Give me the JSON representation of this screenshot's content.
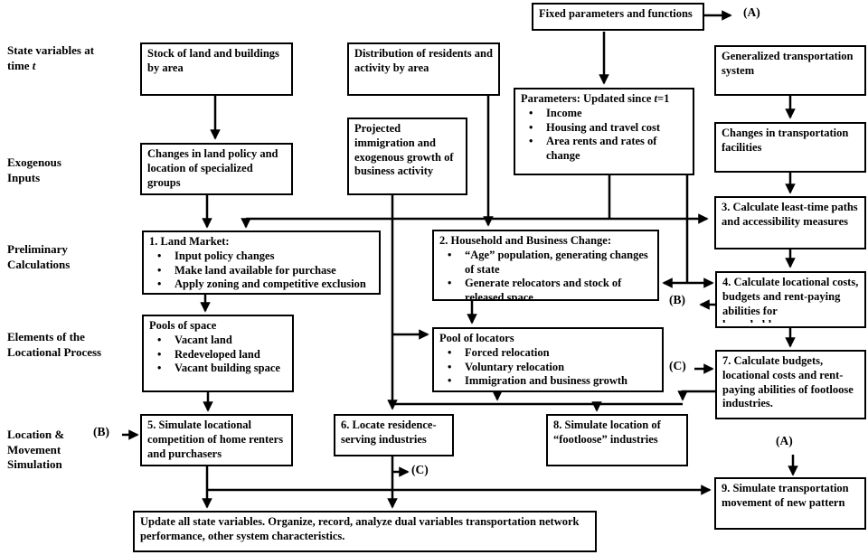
{
  "labels": {
    "state": {
      "text": "State variables at time ",
      "italic_t": "t"
    },
    "exogenous": "Exogenous Inputs",
    "preliminary": "Preliminary Calculations",
    "elements": "Elements of the Locational Process",
    "location": "Location & Movement Simulation"
  },
  "connectors": {
    "a": "(A)",
    "b": "(B)",
    "c": "(C)"
  },
  "boxes": {
    "fixed_params": "Fixed parameters and functions",
    "stock_land": "Stock of land and buildings by area",
    "distribution": "Distribution of residents and activity by area",
    "gen_transport": "Generalized transportation system",
    "parameters": {
      "title_pre": "Parameters: Updated since ",
      "title_t": "t",
      "title_post": "=1",
      "items": [
        "Income",
        "Housing and travel cost",
        "Area rents and rates of change"
      ]
    },
    "land_policy": "Changes in land policy and location of specialized groups",
    "proj_immigration": "Projected immigration and exogenous growth of business activity",
    "trans_facilities": "Changes in transportation facilities",
    "calc_paths": "3. Calculate least-time paths and accessibility measures",
    "land_market": {
      "title": "1. Land Market:",
      "items": [
        "Input policy changes",
        "Make land available for purchase",
        "Apply zoning and competitive exclusion"
      ]
    },
    "household_change": {
      "title": "2. Household and Business Change:",
      "items": [
        "“Age” population, generating changes of state",
        "Generate relocators and stock of released space"
      ]
    },
    "calc_locational": "4. Calculate locational costs, budgets and rent-paying abilities for",
    "calc_locational_clipped": "households",
    "pools_space": {
      "title": "Pools of space",
      "items": [
        "Vacant land",
        "Redeveloped land",
        "Vacant building space"
      ]
    },
    "pool_locators": {
      "title": "Pool of locators",
      "items": [
        "Forced relocation",
        "Voluntary relocation",
        "Immigration and business growth"
      ]
    },
    "calc_budgets": "7. Calculate budgets, locational costs and rent-paying abilities of footloose industries.",
    "simulate_competition": "5. Simulate locational competition of home renters and purchasers",
    "locate_residence": "6. Locate residence-serving industries",
    "simulate_footloose": "8. Simulate location of “footloose” industries",
    "simulate_transport": "9. Simulate transportation movement of new pattern",
    "update": "Update all state variables. Organize, record, analyze dual variables  transportation network performance, other system characteristics."
  },
  "colors": {
    "line": "#000000",
    "background": "#ffffff"
  }
}
